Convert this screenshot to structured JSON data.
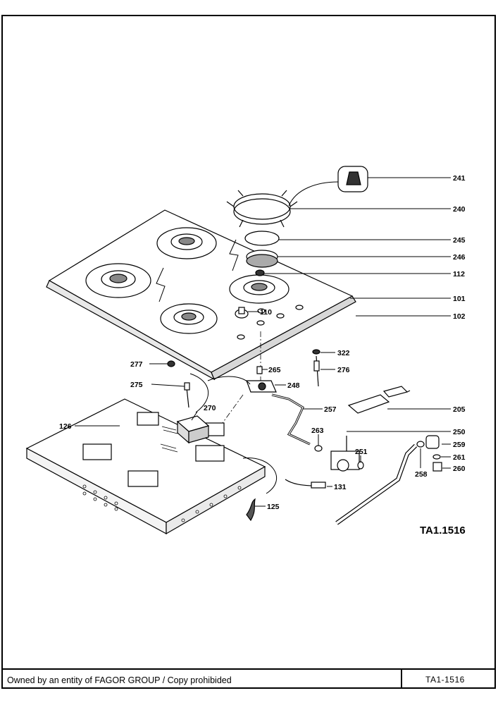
{
  "drawing_code": "TA1.1516",
  "footer": {
    "ownership_text": "Owned by an entity of FAGOR GROUP / Copy prohibided",
    "sheet_code": "TA1-1516"
  },
  "callouts": {
    "c241": "241",
    "c240": "240",
    "c245": "245",
    "c246": "246",
    "c112": "112",
    "c101": "101",
    "c102": "102",
    "c110": "110",
    "c322": "322",
    "c277": "277",
    "c265": "265",
    "c276": "276",
    "c275": "275",
    "c248": "248",
    "c270": "270",
    "c257": "257",
    "c205": "205",
    "c126": "126",
    "c250": "250",
    "c263": "263",
    "c259": "259",
    "c251": "251",
    "c261": "261",
    "c258": "258",
    "c260": "260",
    "c131": "131",
    "c125": "125"
  }
}
